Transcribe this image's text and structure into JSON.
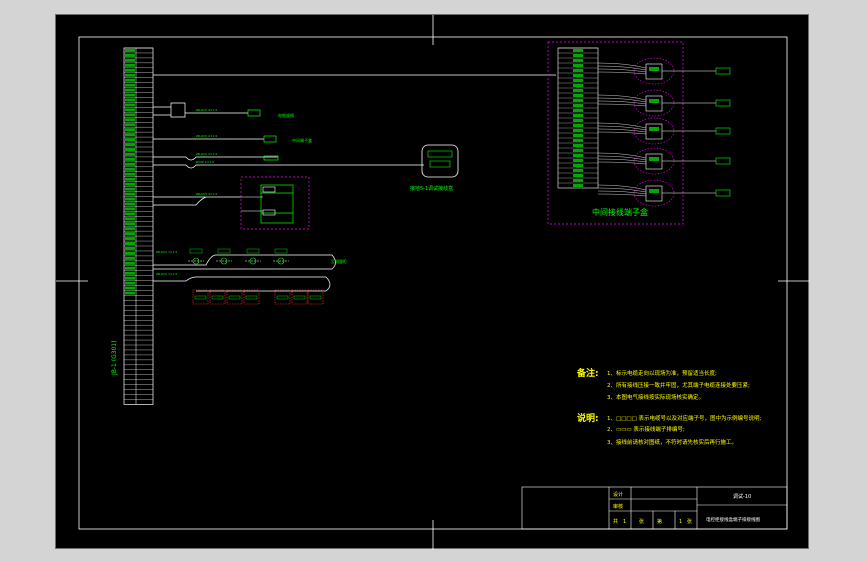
{
  "drawing": {
    "strip_label": "JB-1 (G301)",
    "box_label": "中间接线端子盒",
    "device_label": "接地5-1调试接线盒",
    "small_labels": {
      "pipe1": "电缆规格",
      "pipe2": "中间端子盒",
      "bus": "至测量柜"
    },
    "tb_code": "调试-10",
    "tb_title": "电控柜接线盒端子排接线图"
  },
  "notes": {
    "heading": "备注:",
    "items": [
      "1、标示电缆走向以现场为准，预留适当长度;",
      "2、所有接线压接一致并牢固，尤其端子电缆连接处要压紧;",
      "3、本图电气接线按实际现场核实确定。"
    ]
  },
  "explain": {
    "heading": "说明:",
    "items": [
      "1、□□□□ 表示电缆号以及对应端子号，图中为示例编号说明;",
      "2、▭▭▭ 表示接线端子排编号;",
      "3、接线前请核对图纸，不符时请先核实后再行施工。"
    ]
  },
  "title_block": {
    "row1": "设计",
    "row2": "审核",
    "sheet_total_label": "共",
    "sheet_total": "1",
    "sheet_unit": "张",
    "sheet_num_label": "第",
    "sheet_num": "1",
    "sheet_num_unit": "张"
  },
  "colors": {
    "frame_bg": "#000000",
    "line": "#ffffff",
    "terminal": "#00ff00",
    "dash_box": "#ff00ff",
    "red_box": "#ff3030",
    "notes": "#ffff00"
  }
}
